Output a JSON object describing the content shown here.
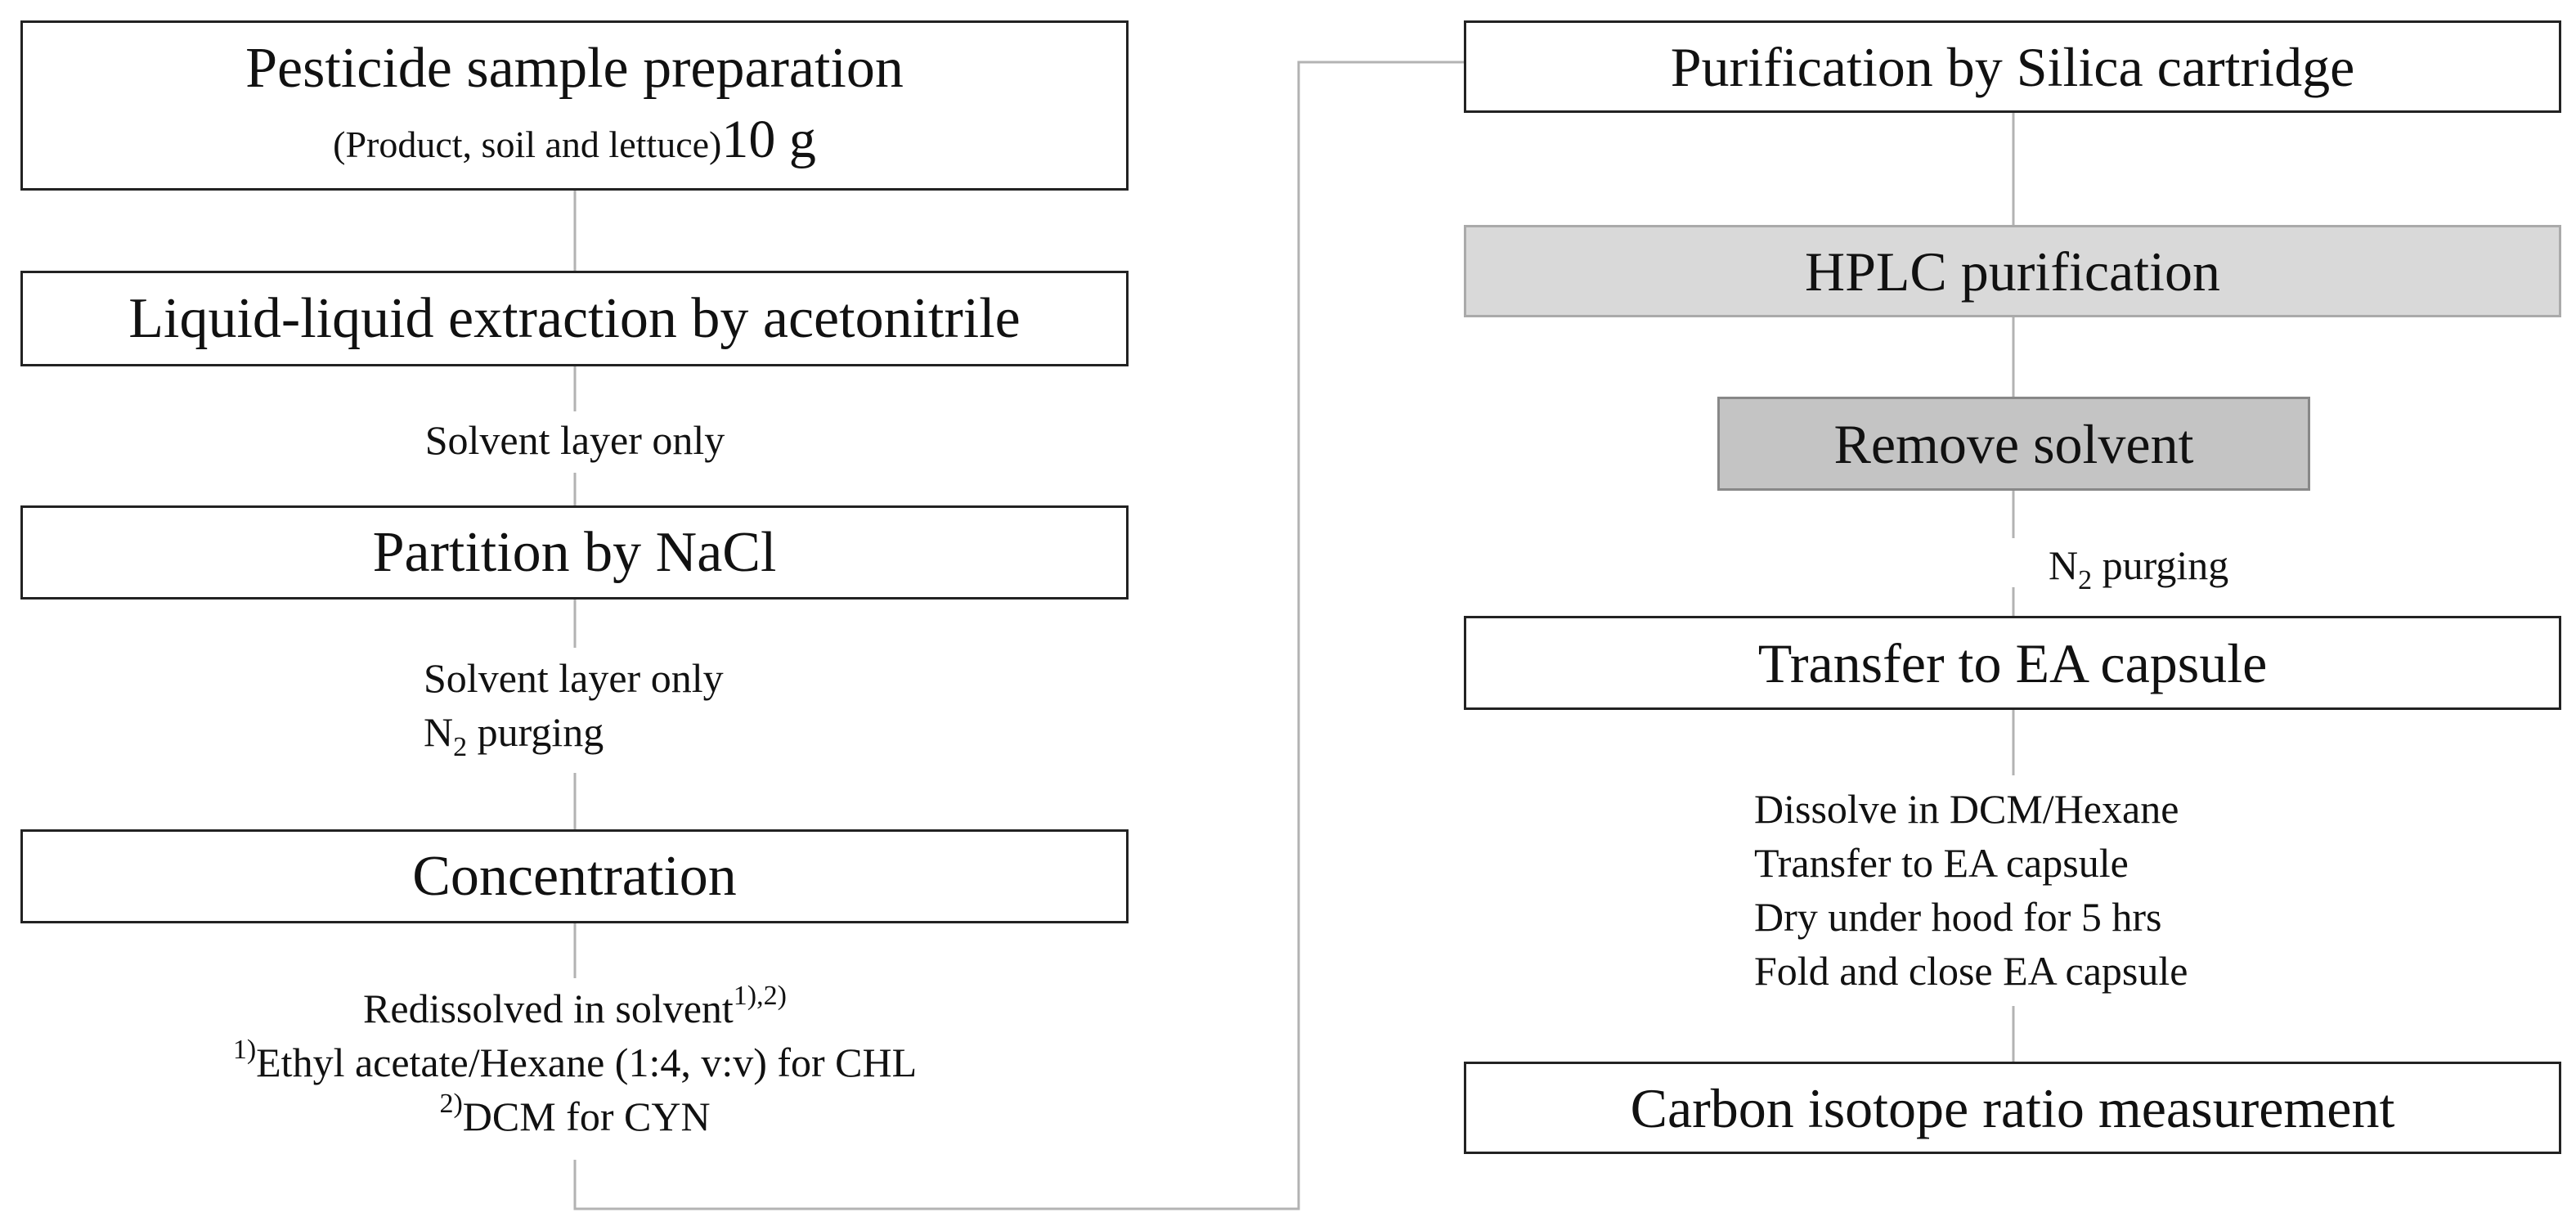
{
  "left": {
    "sample_prep": {
      "title": "Pesticide sample preparation",
      "detail_prefix": "(Product, soil and lettuce)",
      "detail_amount": "10 g"
    },
    "extraction": {
      "title": "Liquid-liquid extraction by acetonitrile"
    },
    "note_solvent_layer_1": "Solvent layer only",
    "partition": {
      "title": "Partition by NaCl"
    },
    "note_solvent_layer_2": "Solvent layer only",
    "note_n2_left": {
      "n": "N",
      "sub": "2",
      "text": " purging"
    },
    "concentration": {
      "title": "Concentration"
    },
    "redissolve": {
      "line1": "Redissolved in solvent",
      "line1_sup": "1),2)",
      "line2_sup": "1)",
      "line2": "Ethyl acetate/Hexane (1:4, v:v) for CHL",
      "line3_sup": "2)",
      "line3": "DCM for CYN"
    }
  },
  "right": {
    "silica": {
      "title": "Purification by Silica cartridge"
    },
    "hplc": {
      "title": "HPLC purification"
    },
    "remove_solvent": {
      "title": "Remove solvent"
    },
    "note_n2_right": {
      "n": "N",
      "sub": "2",
      "text": " purging"
    },
    "transfer": {
      "title": "Transfer to EA capsule"
    },
    "steps": [
      "Dissolve in DCM/Hexane",
      "Transfer to EA capsule",
      "Dry under hood for 5 hrs",
      "Fold and close EA capsule"
    ],
    "carbon": {
      "title": "Carbon isotope ratio measurement"
    }
  }
}
